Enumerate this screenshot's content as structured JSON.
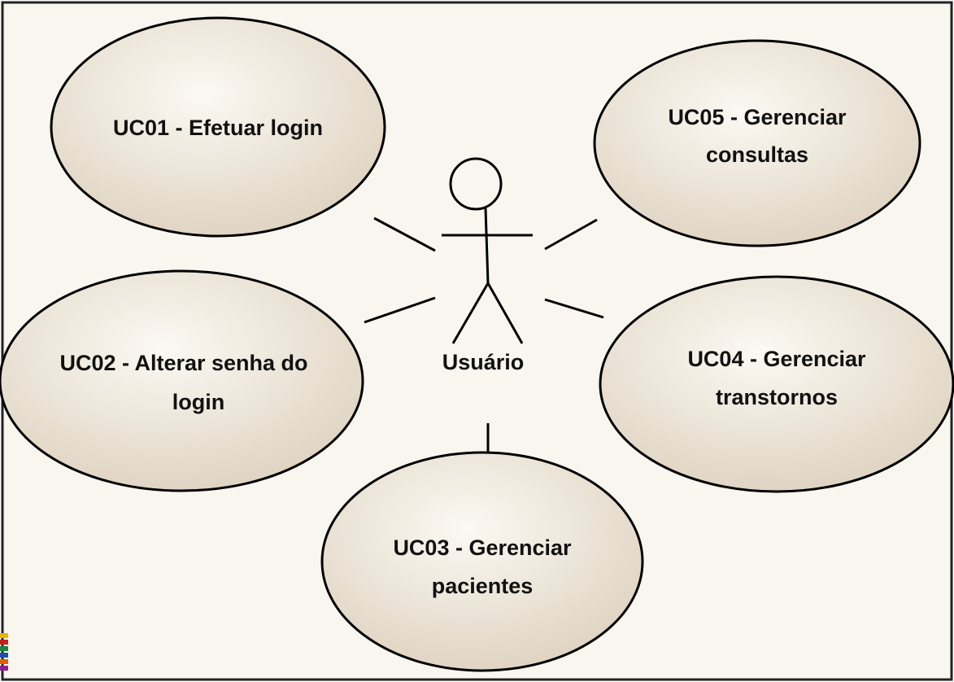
{
  "diagram": {
    "actor": {
      "label": "Usuário"
    },
    "use_cases": [
      {
        "id": "uc01",
        "lines": [
          "UC01 - Efetuar login"
        ]
      },
      {
        "id": "uc02",
        "lines": [
          "UC02 - Alterar senha do",
          "login"
        ]
      },
      {
        "id": "uc03",
        "lines": [
          "UC03 - Gerenciar",
          "pacientes"
        ]
      },
      {
        "id": "uc04",
        "lines": [
          "UC04 - Gerenciar",
          "transtornos"
        ]
      },
      {
        "id": "uc05",
        "lines": [
          "UC05 - Gerenciar",
          "consultas"
        ]
      }
    ],
    "colors": {
      "background": "#f8f6ef",
      "use_case_fill_light": "#fbf9f3",
      "use_case_fill_dark": "#ddd1bf",
      "stroke": "#000000",
      "frame": "#222222"
    }
  }
}
